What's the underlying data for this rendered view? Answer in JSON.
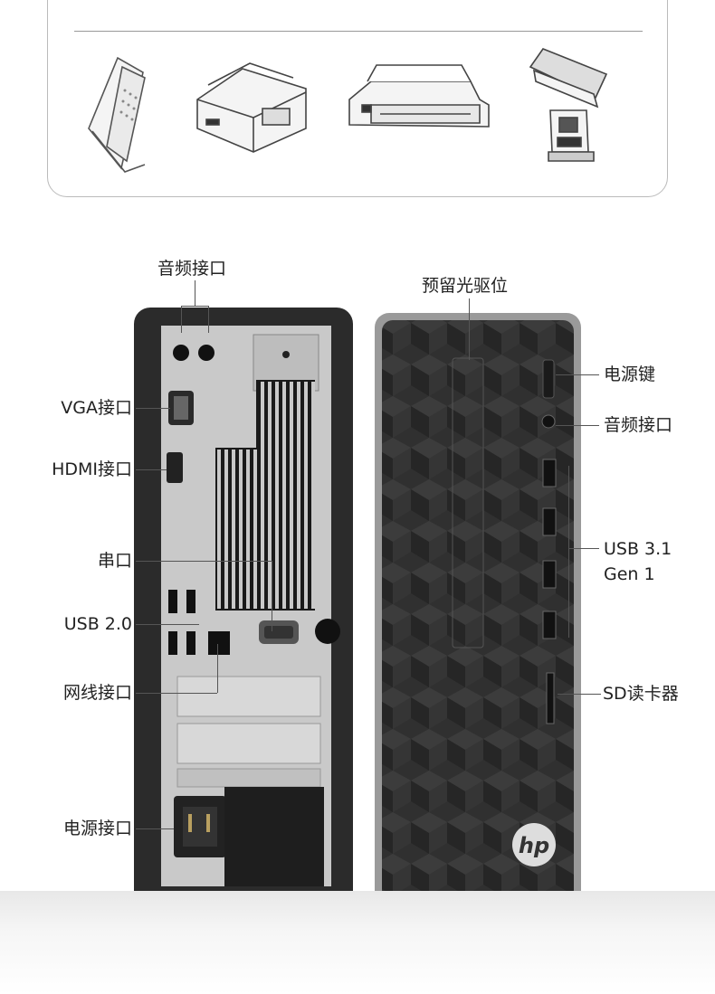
{
  "devices": [
    {
      "name": "pos-terminal-illustration"
    },
    {
      "name": "receipt-printer-illustration"
    },
    {
      "name": "dot-matrix-printer-illustration"
    },
    {
      "name": "dual-screen-pos-illustration"
    }
  ],
  "rear": {
    "audio_label": "音频接口",
    "vga_label": "VGA接口",
    "hdmi_label": "HDMI接口",
    "serial_label": "串口",
    "usb2_label": "USB 2.0",
    "lan_label": "网线接口",
    "power_in_label": "电源接口"
  },
  "front": {
    "optical_label": "预留光驱位",
    "power_button_label": "电源键",
    "audio_label": "音频接口",
    "usb3_label_line1": "USB 3.1",
    "usb3_label_line2": "Gen 1",
    "sd_label": "SD读卡器",
    "logo": "hp"
  },
  "colors": {
    "chassis": "#2b2b2b",
    "panel_metal": "#c9c9c9",
    "front_panel": "#333333",
    "label": "#222222"
  }
}
